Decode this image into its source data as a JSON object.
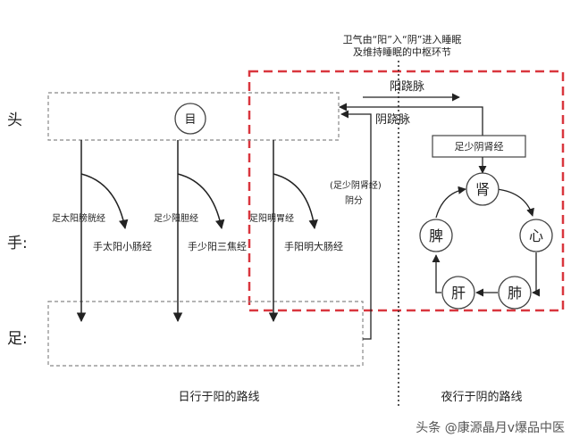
{
  "top_note": {
    "line1": "卫气由“阳”入“阴”进入睡眠",
    "line2": "及维持睡眠的中枢环节"
  },
  "row_labels": {
    "head": "头",
    "hand": "手:",
    "foot": "足:"
  },
  "eye_node": "目",
  "yang_channels": {
    "foot_1": "足太阳膀胱经",
    "hand_1": "手太阳小肠经",
    "foot_2": "足少阳胆经",
    "hand_2": "手少阳三焦经",
    "foot_3": "足阳明胃经",
    "hand_3": "手阳明大肠经"
  },
  "vessels": {
    "yang_qiao": "阳跷脉",
    "yin_qiao": "阴跷脉"
  },
  "shaoyin_box": "足少阴肾经",
  "yin_branch": {
    "line1": "(足少阴肾经)",
    "line2": "阴分"
  },
  "organs": {
    "kidney": "肾",
    "heart": "心",
    "lung": "肺",
    "liver": "肝",
    "spleen": "脾"
  },
  "day_path": "日行于阳的路线",
  "night_path": "夜行于阴的路线",
  "watermark": "头条 @康源晶月v爆品中医",
  "colors": {
    "red_dashed": "#d9363e",
    "line": "#222222",
    "gray_dashed": "#888888"
  }
}
